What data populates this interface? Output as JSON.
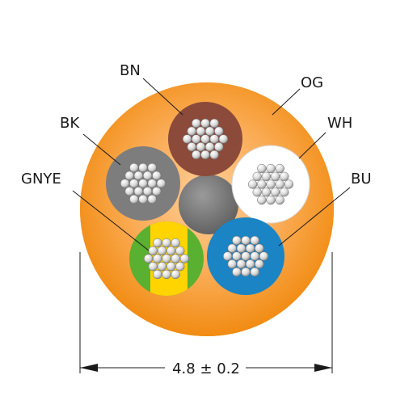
{
  "labels": {
    "bn": "BN",
    "og": "OG",
    "bk": "BK",
    "wh": "WH",
    "gnye": "GNYE",
    "bu": "BU"
  },
  "dimension": "4.8 ± 0.2",
  "colors": {
    "jacket": "#f7941d",
    "brown": "#8b4a3a",
    "white": "#ffffff",
    "grey": "#7d7d7d",
    "green": "#5ab030",
    "yellow": "#ffd400",
    "blue": "#1b84c4",
    "filler": "#6e6e6e"
  }
}
